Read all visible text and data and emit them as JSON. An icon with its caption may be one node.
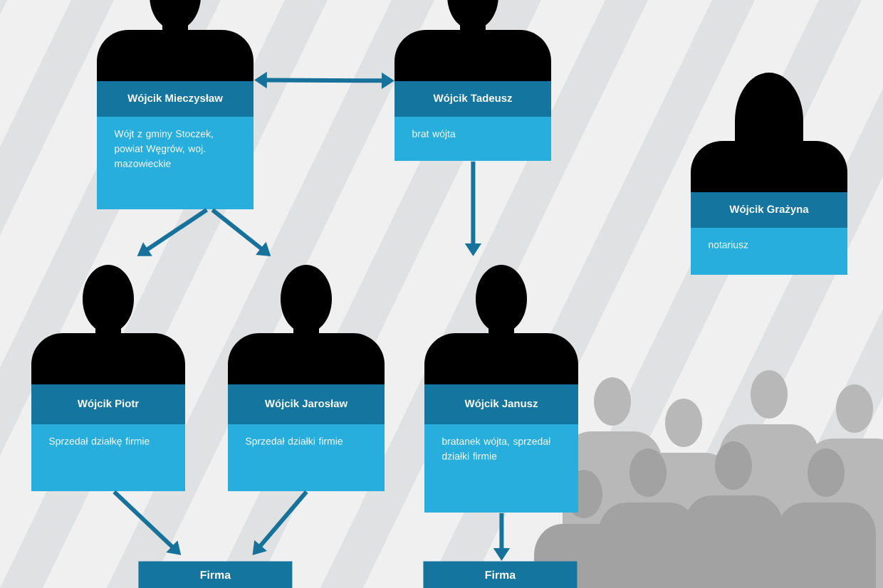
{
  "diagram": {
    "nodes": [
      {
        "text": [
          "Wójcik Mieczysław",
          "Wójt z gminy Stoczek, powiat Węgrów, woj. mazowieckie"
        ]
      },
      {
        "text": [
          "Wójcik Tadeusz",
          "brat wójta"
        ]
      },
      {
        "text": [
          "Wójcik Grażyna",
          "notariusz"
        ]
      },
      {
        "text": [
          "Wójcik Piotr",
          "Sprzedał działkę firmie"
        ]
      },
      {
        "text": [
          "Wójcik Jarosław",
          "Sprzedał działki firmie"
        ]
      },
      {
        "text": [
          "Wójcik Janusz",
          "bratanek wójta, sprzedał działki firmie"
        ]
      },
      {
        "text": [
          "Firma"
        ]
      },
      {
        "text": [
          "Firma"
        ]
      }
    ],
    "edges": [
      {
        "from": 0,
        "to": 1,
        "arrow": "both"
      },
      {
        "from": 0,
        "to": 3,
        "arrow": "to"
      },
      {
        "from": 0,
        "to": 4,
        "arrow": "to"
      },
      {
        "from": 1,
        "to": 5,
        "arrow": "to"
      },
      {
        "from": 3,
        "to": 6,
        "arrow": "to"
      },
      {
        "from": 4,
        "to": 6,
        "arrow": "to"
      },
      {
        "from": 5,
        "to": 7,
        "arrow": "to"
      }
    ]
  }
}
